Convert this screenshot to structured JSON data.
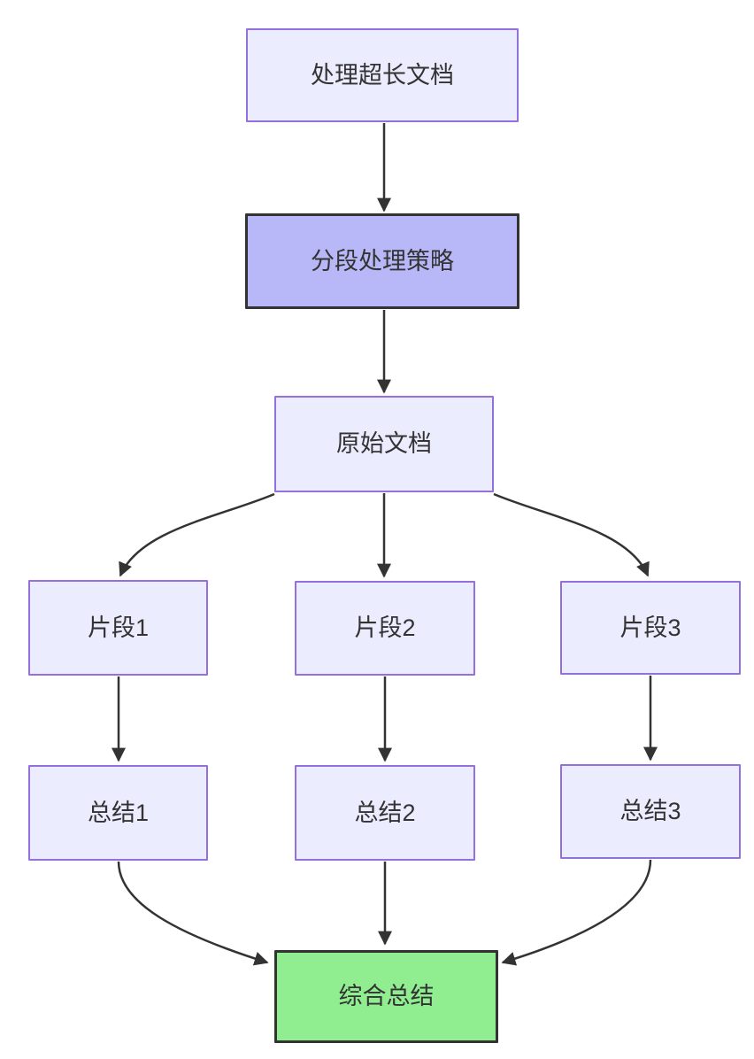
{
  "diagram": {
    "type": "flowchart-top-down",
    "background": "#FFFFFF",
    "nodes": {
      "process": {
        "label": "处理超长文档",
        "role": "default"
      },
      "strategy": {
        "label": "分段处理策略",
        "role": "highlight"
      },
      "source": {
        "label": "原始文档",
        "role": "default"
      },
      "fragment1": {
        "label": "片段1",
        "role": "default"
      },
      "fragment2": {
        "label": "片段2",
        "role": "default"
      },
      "fragment3": {
        "label": "片段3",
        "role": "default"
      },
      "summary1": {
        "label": "总结1",
        "role": "default"
      },
      "summary2": {
        "label": "总结2",
        "role": "default"
      },
      "summary3": {
        "label": "总结3",
        "role": "default"
      },
      "final": {
        "label": "综合总结",
        "role": "result"
      }
    },
    "edges": [
      {
        "from": "process",
        "to": "strategy"
      },
      {
        "from": "strategy",
        "to": "source"
      },
      {
        "from": "source",
        "to": "fragment1"
      },
      {
        "from": "source",
        "to": "fragment2"
      },
      {
        "from": "source",
        "to": "fragment3"
      },
      {
        "from": "fragment1",
        "to": "summary1"
      },
      {
        "from": "fragment2",
        "to": "summary2"
      },
      {
        "from": "fragment3",
        "to": "summary3"
      },
      {
        "from": "summary1",
        "to": "final"
      },
      {
        "from": "summary2",
        "to": "final"
      },
      {
        "from": "summary3",
        "to": "final"
      }
    ],
    "theme": {
      "node-fill": "#ECECFF",
      "node-border": "#9370DB",
      "highlight-fill": "#B8B8F8",
      "highlight-border": "#333333",
      "result-fill": "#90EE90",
      "result-border": "#333333",
      "edge-color": "#333333",
      "text-color": "#333333"
    }
  }
}
